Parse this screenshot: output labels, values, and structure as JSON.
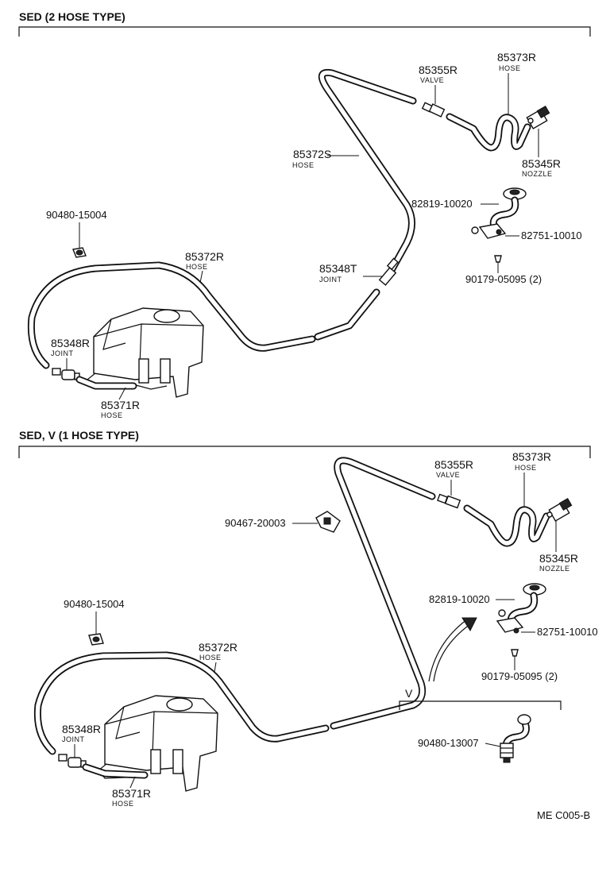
{
  "sections": [
    {
      "title": "SED (2 HOSE TYPE)",
      "labels": {
        "valve_no": "85355R",
        "valve_desc": "VALVE",
        "hose_top_no": "85373R",
        "hose_top_desc": "HOSE",
        "hose_long_no": "85372S",
        "hose_long_desc": "HOSE",
        "nozzle_no": "85345R",
        "nozzle_desc": "NOZZLE",
        "jet_no": "82819-10020",
        "clamp_no": "82751-10010",
        "screw_no": "90179-05095 (2)",
        "grommet_no": "90480-15004",
        "hose_mid_no": "85372R",
        "hose_mid_desc": "HOSE",
        "joint_upper_no": "85348T",
        "joint_upper_desc": "JOINT",
        "joint_lower_no": "85348R",
        "joint_lower_desc": "JOINT",
        "hose_tank_no": "85371R",
        "hose_tank_desc": "HOSE"
      }
    },
    {
      "title": "SED, V (1 HOSE TYPE)",
      "labels": {
        "valve_no": "85355R",
        "valve_desc": "VALVE",
        "hose_top_no": "85373R",
        "hose_top_desc": "HOSE",
        "clip_no": "90467-20003",
        "nozzle_no": "85345R",
        "nozzle_desc": "NOZZLE",
        "jet_no": "82819-10020",
        "clamp_no": "82751-10010",
        "screw_no": "90179-05095 (2)",
        "grommet_no": "90480-15004",
        "hose_mid_no": "85372R",
        "hose_mid_desc": "HOSE",
        "joint_lower_no": "85348R",
        "joint_lower_desc": "JOINT",
        "hose_tank_no": "85371R",
        "hose_tank_desc": "HOSE",
        "variant_label": "V",
        "variant_part_no": "90480-13007"
      }
    }
  ],
  "footer_code": "ME  C005-B"
}
